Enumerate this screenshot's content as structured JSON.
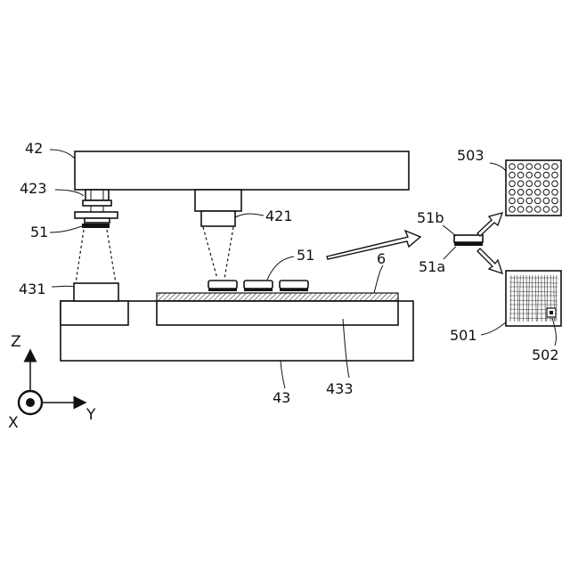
{
  "labels": {
    "head": "42",
    "camera_side": "423",
    "chip_held": "51",
    "camera_top": "421",
    "chips_on_stage": "51",
    "film": "6",
    "camera_bottom": "431",
    "stage": "43",
    "table": "433",
    "chip_upper_face": "51b",
    "chip_lower_face": "51a",
    "bump_pattern": "503",
    "circuit_pattern": "501",
    "mark": "502"
  },
  "axes": {
    "z": "Z",
    "x": "X",
    "y": "Y"
  }
}
